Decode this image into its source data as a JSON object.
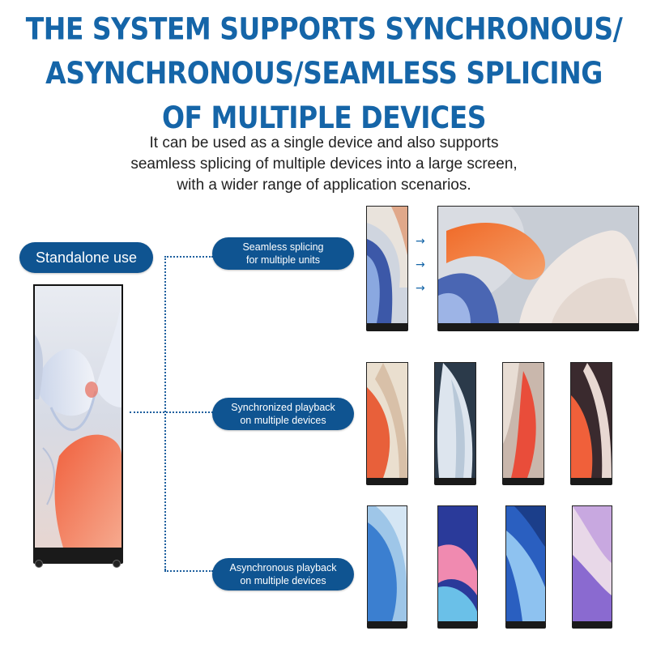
{
  "title": {
    "line1": "THE SYSTEM SUPPORTS SYNCHRONOUS/",
    "line2": "ASYNCHRONOUS/SEAMLESS SPLICING",
    "line3": "OF MULTIPLE DEVICES"
  },
  "subtitle": {
    "line1": "It can be used as a single device and also supports",
    "line2": "seamless splicing of multiple devices into a large screen,",
    "line3": "with a wider range of application scenarios."
  },
  "labels": {
    "standalone": "Standalone use",
    "seamless_line1": "Seamless splicing",
    "seamless_line2": "for multiple units",
    "sync_line1": "Synchronized playback",
    "sync_line2": "on multiple devices",
    "async_line1": "Asynchronous playback",
    "async_line2": "on multiple devices"
  },
  "icons": {
    "arrow": "arrow-right-icon"
  },
  "colors": {
    "brand_blue": "#1565a8",
    "pill_blue": "#0f5491"
  }
}
